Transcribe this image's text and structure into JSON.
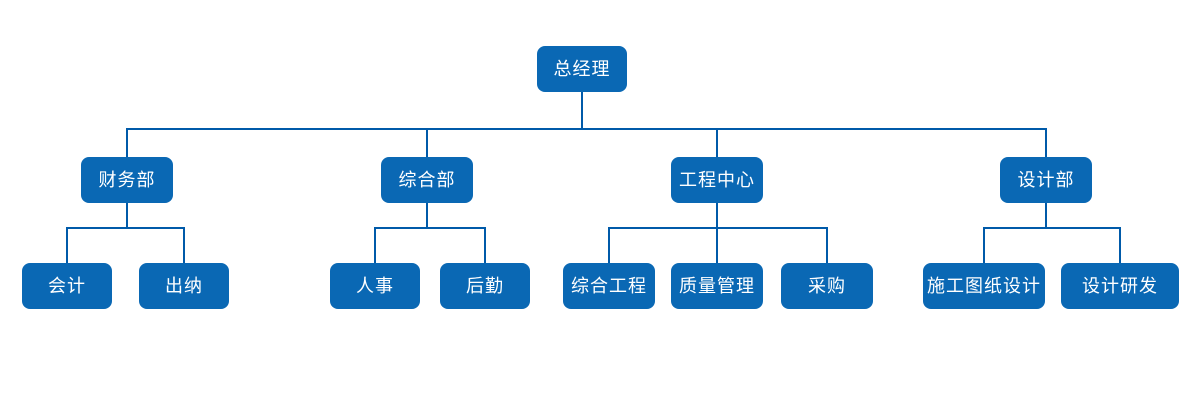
{
  "chart_title": "company-organization-chart",
  "colors": {
    "node_fill": "#0a68b4",
    "connector_line": "#005aa9",
    "node_text": "#ffffff",
    "background": "#ffffff"
  },
  "org": {
    "root": {
      "label": "总经理"
    },
    "departments": [
      {
        "label": "财务部",
        "children": [
          {
            "label": "会计"
          },
          {
            "label": "出纳"
          }
        ]
      },
      {
        "label": "综合部",
        "children": [
          {
            "label": "人事"
          },
          {
            "label": "后勤"
          }
        ]
      },
      {
        "label": "工程中心",
        "children": [
          {
            "label": "综合工程"
          },
          {
            "label": "质量管理"
          },
          {
            "label": "采购"
          }
        ]
      },
      {
        "label": "设计部",
        "children": [
          {
            "label": "施工图纸设计"
          },
          {
            "label": "设计研发"
          }
        ]
      }
    ]
  }
}
